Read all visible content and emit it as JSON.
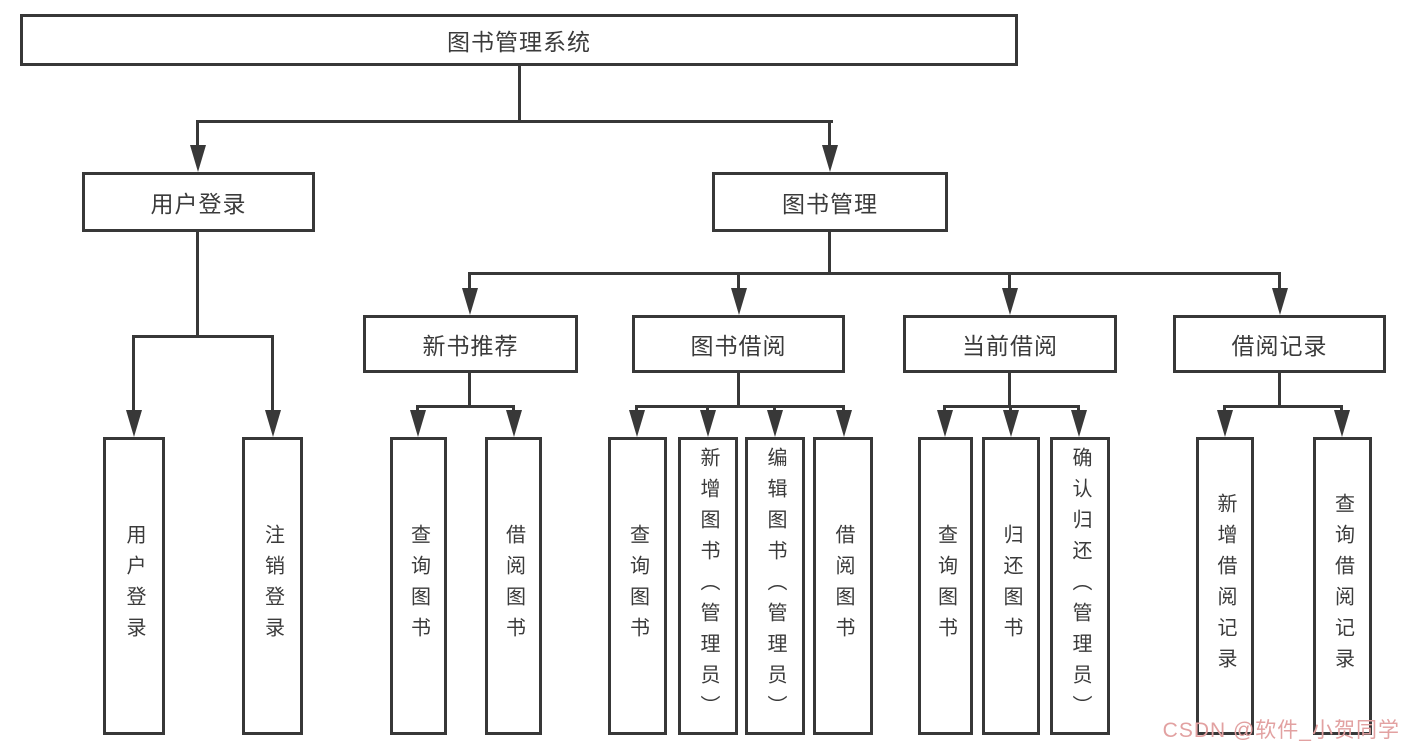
{
  "diagram": {
    "root": "图书管理系统",
    "branches": [
      {
        "label": "用户登录",
        "children": [
          "用户登录",
          "注销登录"
        ]
      },
      {
        "label": "图书管理",
        "children": [
          {
            "label": "新书推荐",
            "children": [
              "查询图书",
              "借阅图书"
            ]
          },
          {
            "label": "图书借阅",
            "children": [
              "查询图书",
              "新增图书（管理员）",
              "编辑图书（管理员）",
              "借阅图书"
            ]
          },
          {
            "label": "当前借阅",
            "children": [
              "查询图书",
              "归还图书",
              "确认归还（管理员）"
            ]
          },
          {
            "label": "借阅记录",
            "children": [
              "新增借阅记录",
              "查询借阅记录"
            ]
          }
        ]
      }
    ]
  },
  "watermark": {
    "text": "CSDN @软件_小贺同学"
  },
  "colors": {
    "line": "#383838",
    "box_background": "#ffffff",
    "text": "#3b3b3b",
    "watermark": "#e2a1a1",
    "background": "#ffffff"
  }
}
